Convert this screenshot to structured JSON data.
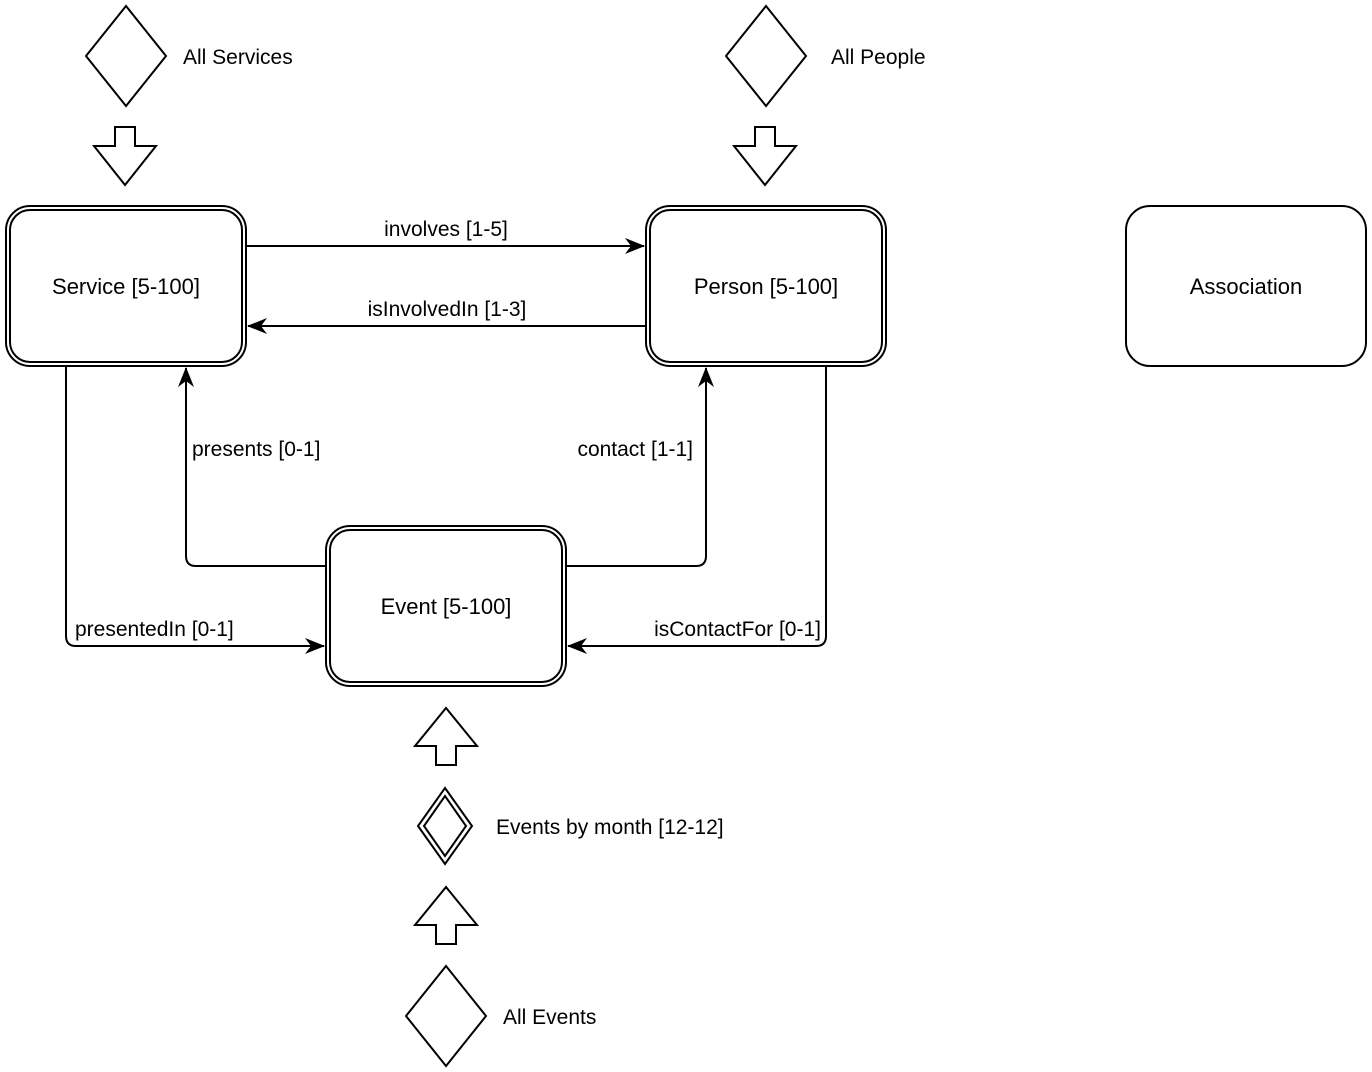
{
  "diagram": {
    "nodes": {
      "service": "Service [5-100]",
      "person": "Person [5-100]",
      "association": "Association",
      "event": "Event [5-100]"
    },
    "sources": {
      "all_services": "All Services",
      "all_people": "All People",
      "events_by_month": "Events by month [12-12]",
      "all_events": "All Events"
    },
    "edges": {
      "involves": "involves [1-5]",
      "is_involved_in": "isInvolvedIn [1-3]",
      "presents": "presents [0-1]",
      "contact": "contact [1-1]",
      "presented_in": "presentedIn [0-1]",
      "is_contact_for": "isContactFor [0-1]"
    },
    "colors": {
      "stroke": "#000000",
      "fill": "#ffffff"
    }
  }
}
